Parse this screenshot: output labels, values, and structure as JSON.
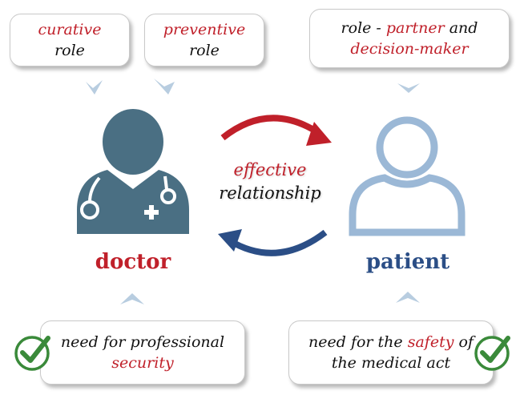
{
  "top_boxes": {
    "curative": {
      "a": "curative",
      "b": "role"
    },
    "preventive": {
      "a": "preventive",
      "b": "role"
    },
    "partner": {
      "a": "role - ",
      "b": "partner",
      "c": " and",
      "d": "decision-maker"
    }
  },
  "center": {
    "line1": "effective",
    "line2": "relationship"
  },
  "labels": {
    "doctor": "doctor",
    "patient": "patient"
  },
  "bottom_boxes": {
    "left": {
      "a": "need for professional",
      "b": "security"
    },
    "right": {
      "a": "need for the ",
      "b": "safety",
      "c": " of",
      "d": "the medical act"
    }
  },
  "colors": {
    "red": "#c0202a",
    "blue": "#2b4e86",
    "doctor_icon": "#4a6f83",
    "patient_icon": "#9bb8d6",
    "check": "#3a8a3a"
  },
  "icons": [
    "doctor-icon",
    "patient-icon",
    "check-icon"
  ]
}
